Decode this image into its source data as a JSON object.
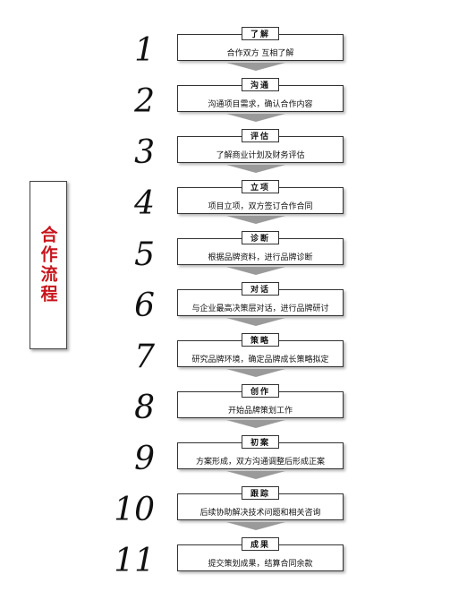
{
  "side_title": "合作流程",
  "steps": [
    {
      "num": "1",
      "tag": "了解",
      "desc": "合作双方  互相了解"
    },
    {
      "num": "2",
      "tag": "沟通",
      "desc": "沟通项目需求，确认合作内容"
    },
    {
      "num": "3",
      "tag": "评估",
      "desc": "了解商业计划及财务评估"
    },
    {
      "num": "4",
      "tag": "立项",
      "desc": "项目立项，双方签订合作合同"
    },
    {
      "num": "5",
      "tag": "诊断",
      "desc": "根据品牌资料，进行品牌诊断"
    },
    {
      "num": "6",
      "tag": "对话",
      "desc": "与企业最高决策层对话，进行品牌研讨"
    },
    {
      "num": "7",
      "tag": "策略",
      "desc": "研究品牌环境，确定品牌成长策略拟定"
    },
    {
      "num": "8",
      "tag": "创作",
      "desc": "开始品牌策划工作"
    },
    {
      "num": "9",
      "tag": "初案",
      "desc": "方案形成，双方沟通调整后形成正案"
    },
    {
      "num": "10",
      "tag": "跟踪",
      "desc": "后续协助解决技术问题和相关咨询"
    },
    {
      "num": "11",
      "tag": "成果",
      "desc": "提交策划成果，结算合同余款"
    }
  ]
}
